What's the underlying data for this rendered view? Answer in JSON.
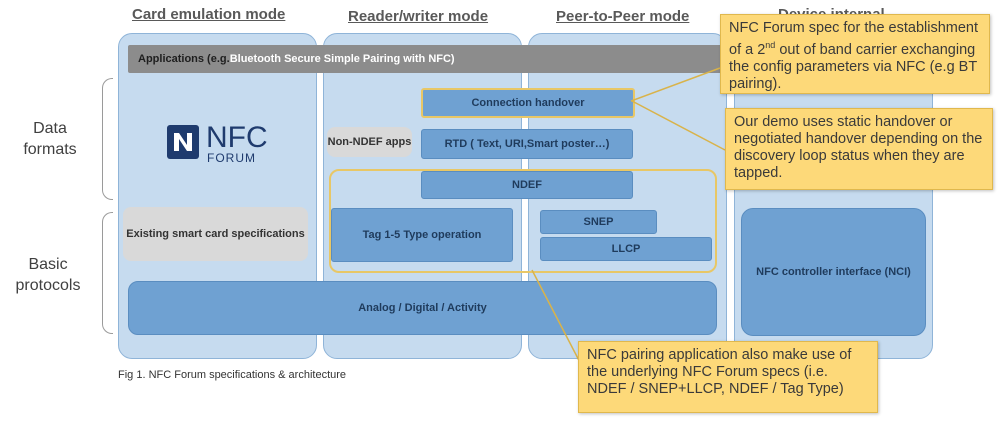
{
  "columns": [
    {
      "title": "Card emulation mode"
    },
    {
      "title": "Reader/writer mode"
    },
    {
      "title": "Peer-to-Peer mode"
    },
    {
      "title": "Device internal"
    }
  ],
  "side_labels": {
    "data_formats": "Data formats",
    "basic_protocols": "Basic protocols"
  },
  "blocks": {
    "applications_prefix": "Applications  (e.g. ",
    "applications_example": "Bluetooth Secure Simple Pairing with NFC)",
    "connection_handover": "Connection handover",
    "non_ndef": "Non-NDEF apps",
    "rtd": "RTD ( Text, URI,Smart poster…)",
    "ndef": "NDEF",
    "existing_smart_card": "Existing smart card specifications",
    "tag_type": "Tag 1-5 Type operation",
    "snep": "SNEP",
    "llcp": "LLCP",
    "nci": "NFC controller interface (NCI)",
    "analog": "Analog  /  Digital  /  Activity"
  },
  "logo": {
    "main": "NFC",
    "sub": "FORUM"
  },
  "callouts": {
    "spec_pre": "NFC Forum spec for the establishment of a 2",
    "spec_sup": "nd",
    "spec_post": " out of band carrier exchanging the config parameters via NFC (e.g BT pairing).",
    "demo": "Our demo uses static handover or negotiated handover depending on the discovery loop status when they are tapped.",
    "pairing": "NFC pairing application also make use of the underlying NFC Forum specs (i.e. NDEF / SNEP+LLCP, NDEF / Tag Type)"
  },
  "caption": "Fig 1. NFC Forum specifications & architecture",
  "colors": {
    "column_fill": "#c6dbef",
    "block_fill": "#6fa1d2",
    "grey_block": "#d9d9d9",
    "callout_fill": "#fdd979",
    "highlight": "#e8c766",
    "logo": "#1f3b6e"
  }
}
